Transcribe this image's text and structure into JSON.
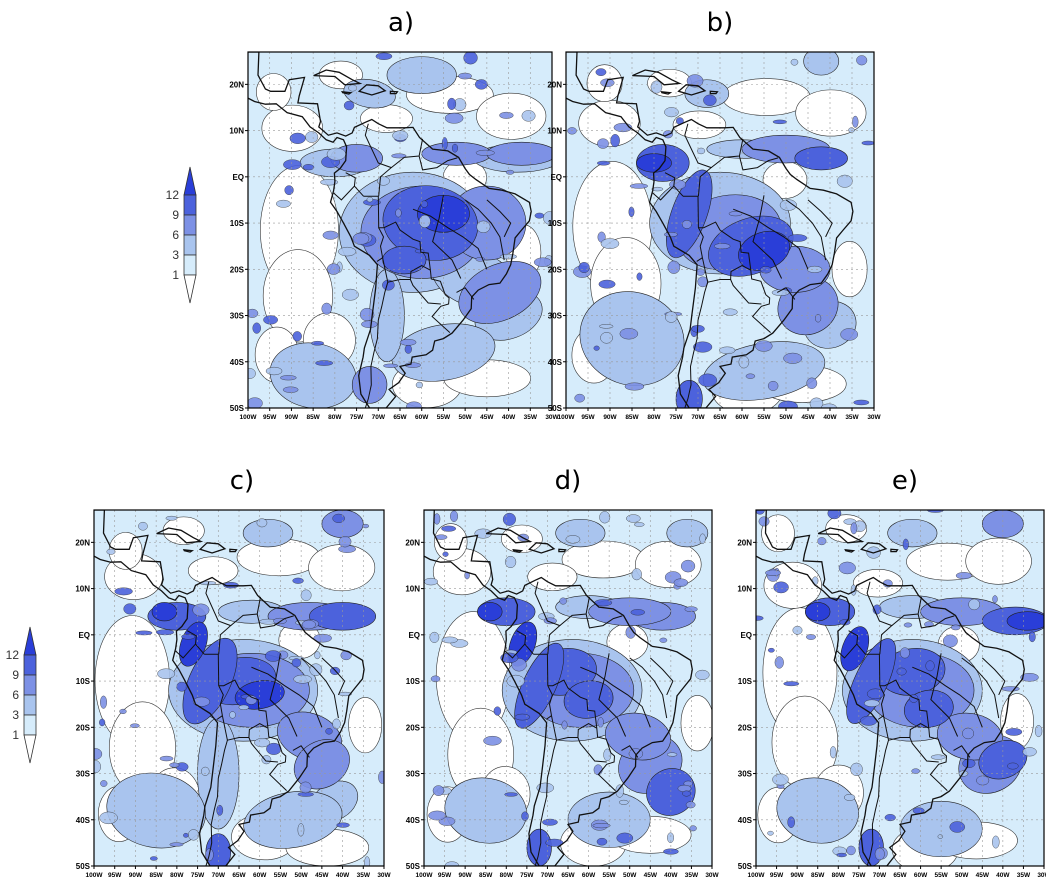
{
  "panels": [
    {
      "id": "a",
      "label": "a)"
    },
    {
      "id": "b",
      "label": "b)"
    },
    {
      "id": "c",
      "label": "c)"
    },
    {
      "id": "d",
      "label": "d)"
    },
    {
      "id": "e",
      "label": "e)"
    }
  ],
  "colorbar": {
    "levels": [
      "12",
      "9",
      "6",
      "3",
      "1"
    ],
    "colors": [
      "#2a3ed8",
      "#4c62dc",
      "#7d91e5",
      "#a9c4ee",
      "#d6ecfb",
      "#ffffff"
    ]
  },
  "axes": {
    "lat_ticks": [
      "20N",
      "10N",
      "EQ",
      "10S",
      "20S",
      "30S",
      "40S",
      "50S"
    ],
    "lon_ticks": [
      "100W",
      "95W",
      "90W",
      "85W",
      "80W",
      "75W",
      "70W",
      "65W",
      "60W",
      "55W",
      "50W",
      "45W",
      "40W",
      "35W",
      "30W"
    ]
  },
  "colors": {
    "ocean_light": "#d6ecfb",
    "shade_1": "#a9c4ee",
    "shade_2": "#7d91e5",
    "shade_3": "#4c62dc",
    "shade_4": "#2a3ed8",
    "coast": "#111111"
  }
}
